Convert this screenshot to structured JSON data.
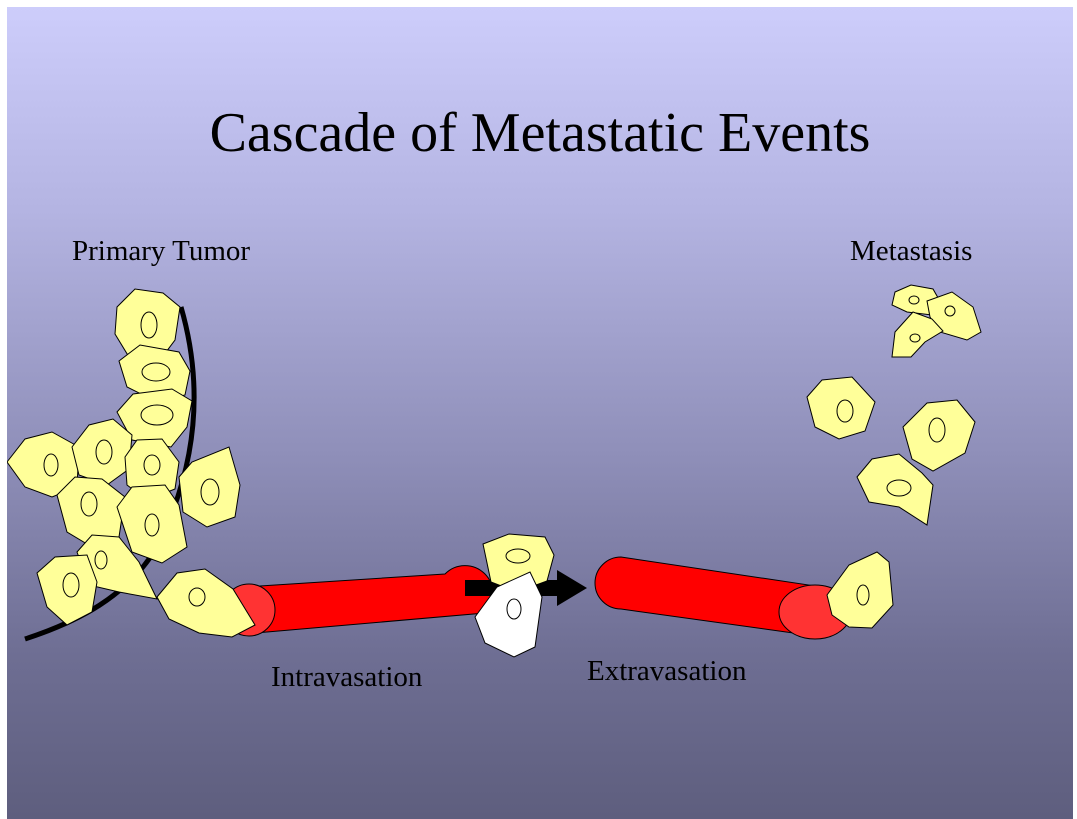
{
  "slide": {
    "title": "Cascade of Metastatic Events",
    "labels": {
      "primary_tumor": "Primary Tumor",
      "metastasis": "Metastasis",
      "intravasation": "Intravasation",
      "extravasation": "Extravasation"
    }
  },
  "colors": {
    "background_top": "#cdcdfb",
    "background_bottom": "#5e5e7e",
    "tumor_cell": "#ffff99",
    "circulating_cell": "#ffffff",
    "vessel": "#ff0000",
    "vessel_opening": "#ff3333",
    "membrane": "#000000"
  },
  "icons": [
    "tumor-cell-icon",
    "blood-vessel-icon",
    "arrow-icon",
    "membrane-curve"
  ]
}
